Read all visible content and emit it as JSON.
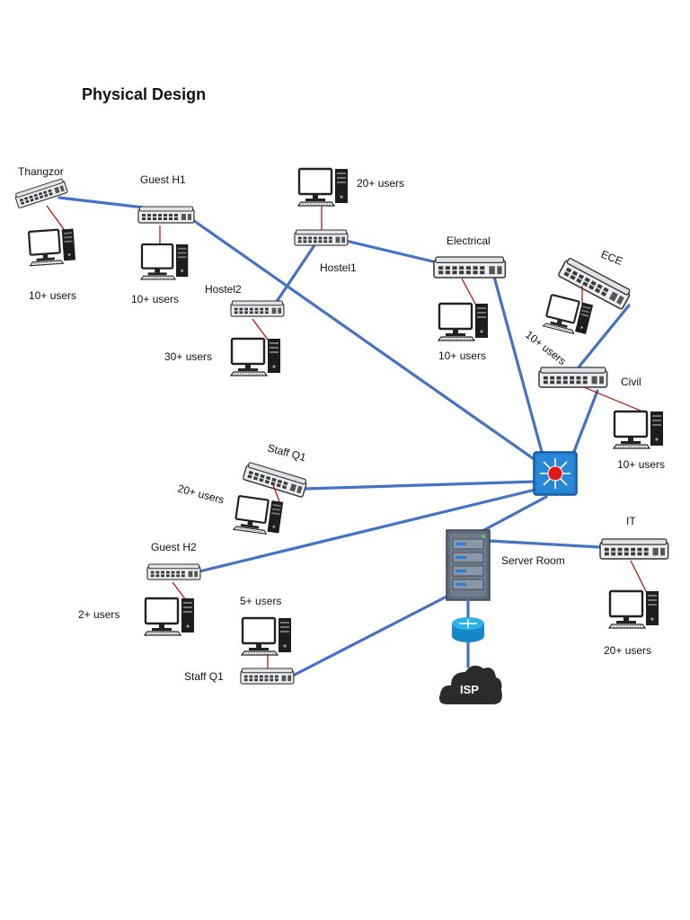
{
  "title": "Physical Design",
  "labels": {
    "thangzor": "Thangzor",
    "thangzor_users": "10+ users",
    "guest_h1": "Guest H1",
    "guest_h1_users": "10+ users",
    "hostel1": "Hostel1",
    "hostel1_users": "20+ users",
    "hostel2": "Hostel2",
    "hostel2_users": "30+ users",
    "electrical": "Electrical",
    "electrical_users": "10+ users",
    "ece": "ECE",
    "ece_users": "10+ users",
    "civil": "Civil",
    "civil_users": "10+ users",
    "staff_q1_top": "Staff Q1",
    "staff_q1_top_users": "20+ users",
    "guest_h2": "Guest H2",
    "guest_h2_users": "2+ users",
    "staff_q1_bottom": "Staff Q1",
    "staff_q1_bottom_users": "5+ users",
    "it": "IT",
    "it_users": "20+ users",
    "server_room": "Server Room",
    "isp": "ISP"
  },
  "colors": {
    "link": "#4472c4",
    "drop": "#c00000",
    "core_switch": "#1f78c8",
    "router": "#1a9bd7",
    "cloud": "#2b2b2b"
  },
  "icons": [
    "switch-icon",
    "pc-icon",
    "core-switch-icon",
    "server-rack-icon",
    "router-icon",
    "cloud-icon"
  ]
}
